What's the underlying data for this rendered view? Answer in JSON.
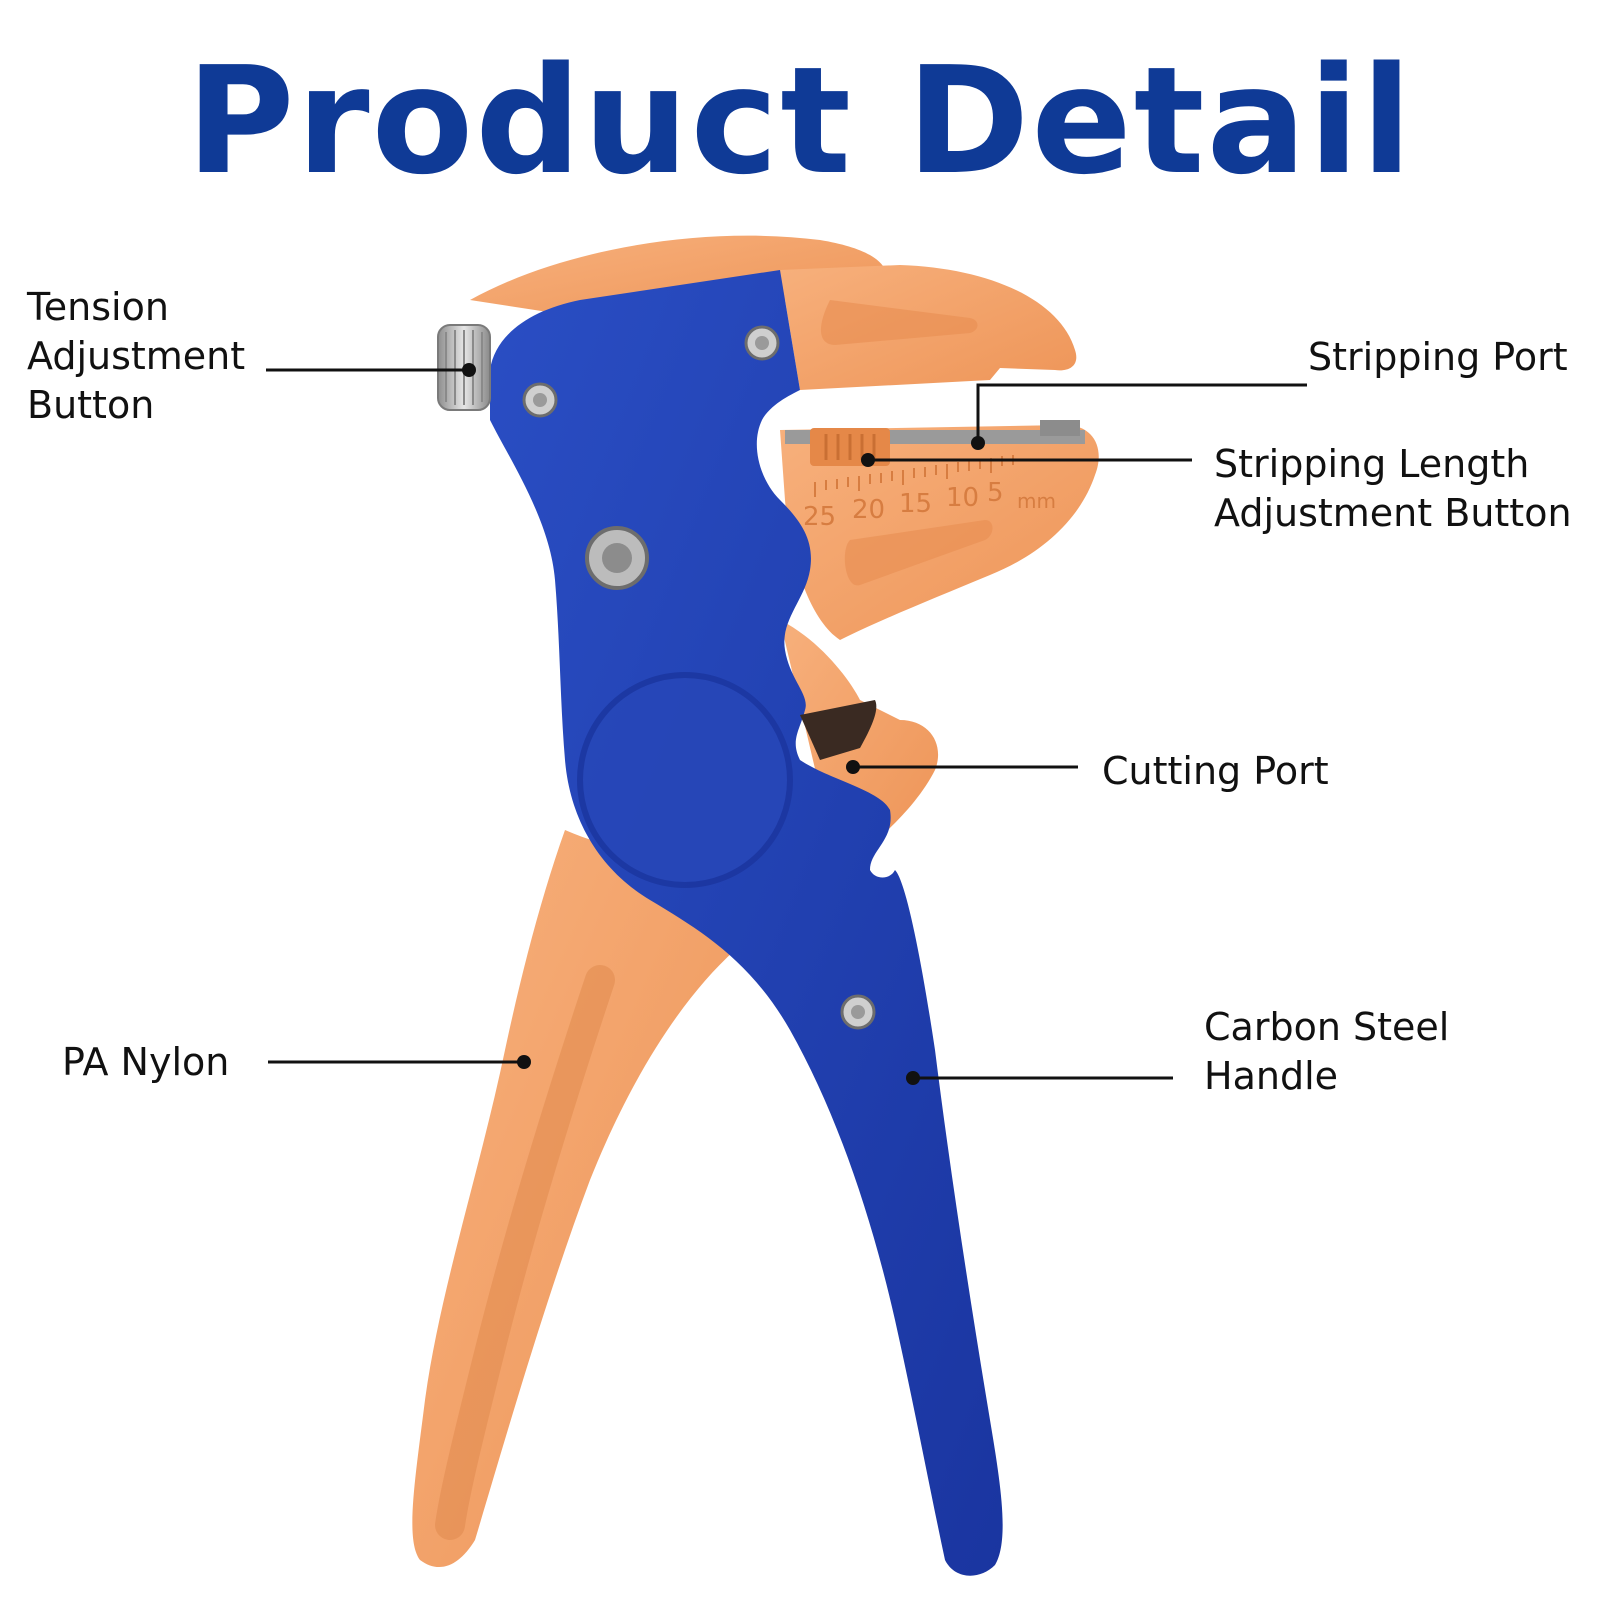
{
  "title": "Product Detail",
  "colors": {
    "title": "#0f3a96",
    "handle_blue": "#1f3fae",
    "nylon_orange": "#f4a36a",
    "leader_line": "#111111"
  },
  "scale": {
    "numbers": [
      "25",
      "20",
      "15",
      "10",
      "5"
    ],
    "unit": "mm"
  },
  "callouts": {
    "tension": {
      "lines": [
        "Tension",
        "Adjustment",
        "Button"
      ]
    },
    "stripping_port": {
      "lines": [
        "Stripping Port"
      ]
    },
    "stripping_length": {
      "lines": [
        "Stripping Length",
        "Adjustment Button"
      ]
    },
    "cutting_port": {
      "lines": [
        "Cutting Port"
      ]
    },
    "pa_nylon": {
      "lines": [
        "PA Nylon"
      ]
    },
    "carbon_steel": {
      "lines": [
        "Carbon Steel",
        "Handle"
      ]
    }
  }
}
